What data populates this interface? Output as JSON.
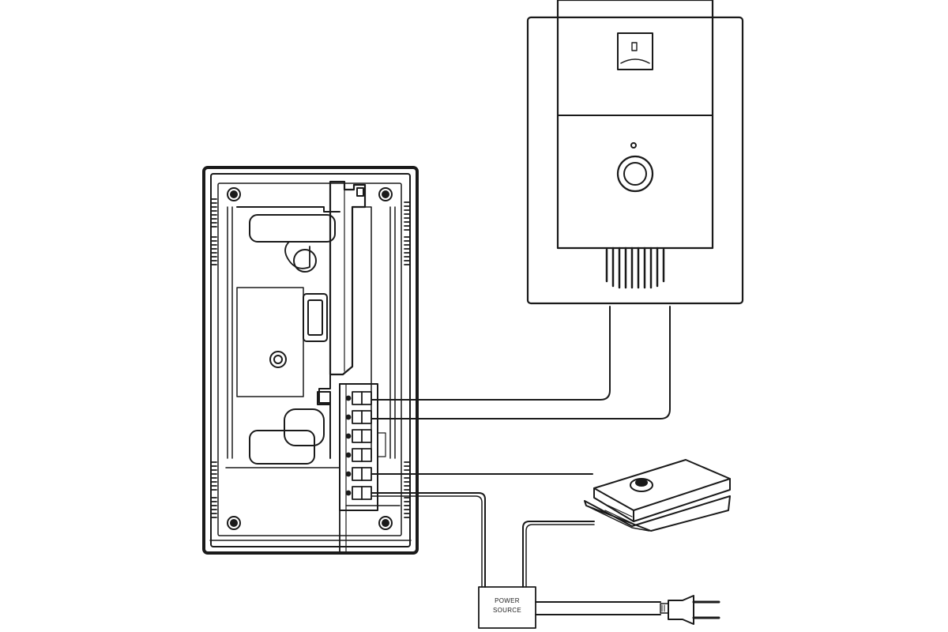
{
  "power_source": {
    "label_line1": "POWER",
    "label_line2": "SOURCE"
  },
  "components": [
    {
      "name": "indoor-monitor-unit",
      "icon": "indoor-monitor-icon"
    },
    {
      "name": "outdoor-door-station",
      "icon": "door-station-icon"
    },
    {
      "name": "door-chime-unit",
      "icon": "chime-icon"
    },
    {
      "name": "power-source-box",
      "icon": "power-supply-icon"
    },
    {
      "name": "mains-plug",
      "icon": "plug-icon"
    }
  ],
  "terminal_count": 6,
  "colors": {
    "line": "#1a1a1a",
    "background": "#ffffff"
  }
}
